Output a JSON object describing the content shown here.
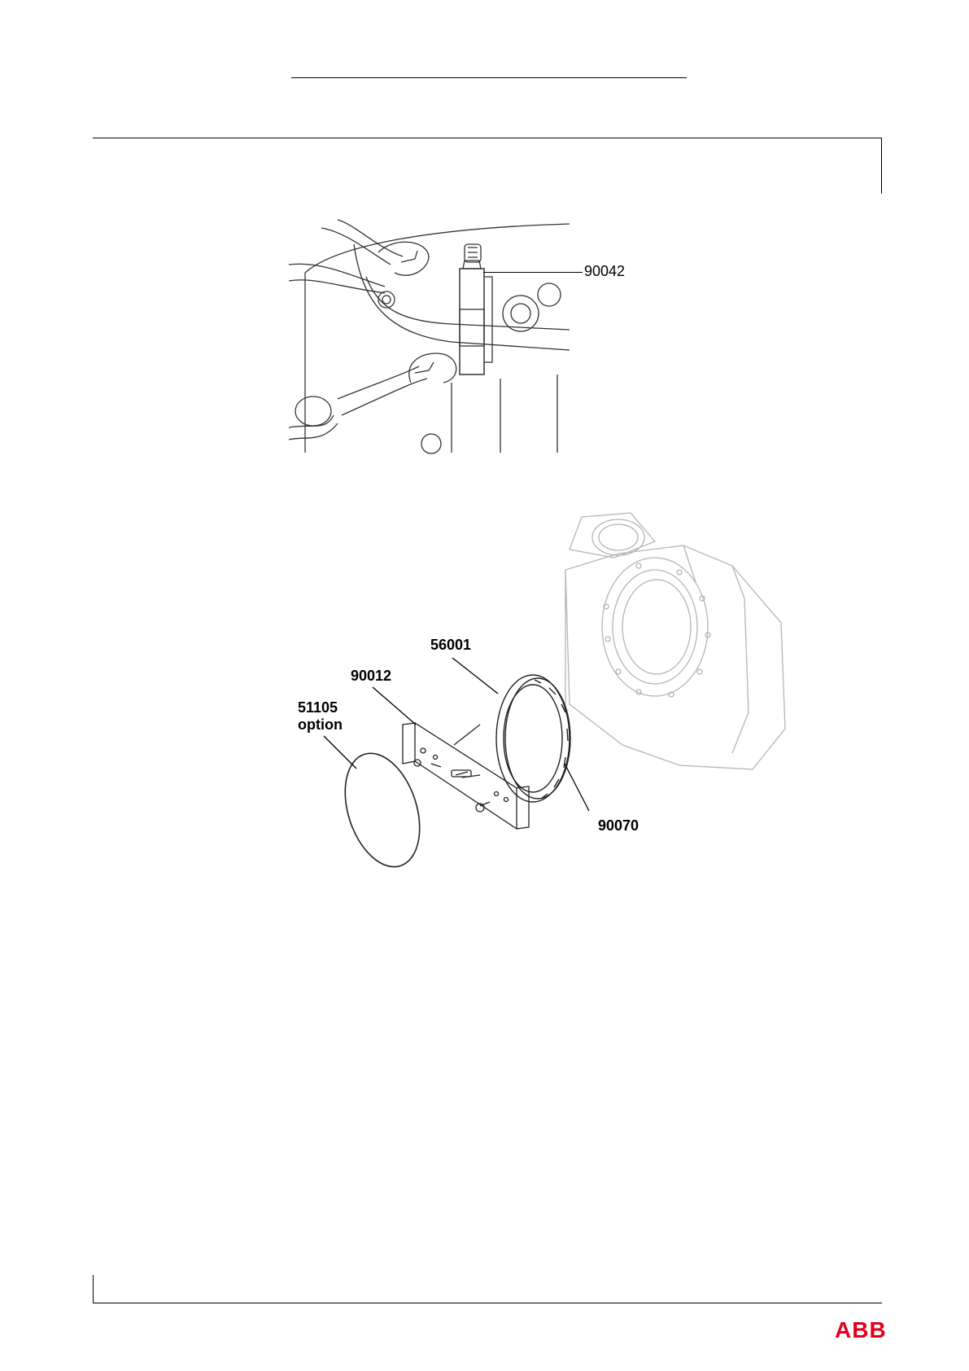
{
  "figure1": {
    "callout": "90042"
  },
  "figure2": {
    "callouts": {
      "ring": "56001",
      "bracket": "90012",
      "cover_number": "51105",
      "cover_note": "option",
      "bolt": "90070"
    }
  },
  "footer": {
    "logo_text": "ABB",
    "logo_color": "#e2001a"
  }
}
